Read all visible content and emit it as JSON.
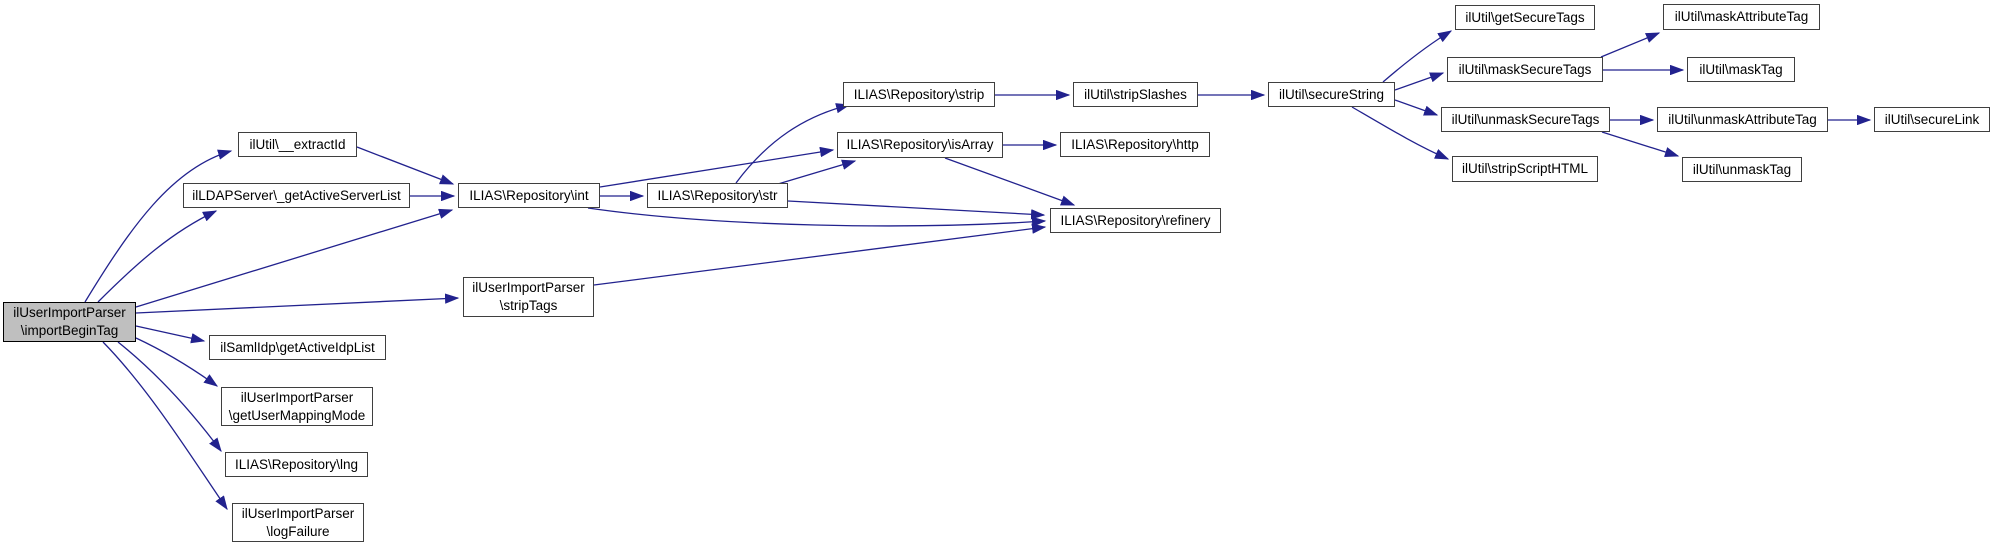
{
  "diagram": {
    "type": "call-graph",
    "root_function": "ilUserImportParser\\importBeginTag",
    "nodes": [
      {
        "id": "importBeginTag",
        "lines": [
          "ilUserImportParser",
          "\\importBeginTag"
        ],
        "highlighted": true
      },
      {
        "id": "extractId",
        "lines": [
          "ilUtil\\__extractId"
        ]
      },
      {
        "id": "getActiveServerList",
        "lines": [
          "ilLDAPServer\\_getActiveServerList"
        ]
      },
      {
        "id": "int",
        "lines": [
          "ILIAS\\Repository\\int"
        ]
      },
      {
        "id": "str",
        "lines": [
          "ILIAS\\Repository\\str"
        ]
      },
      {
        "id": "strip",
        "lines": [
          "ILIAS\\Repository\\strip"
        ]
      },
      {
        "id": "stripSlashes",
        "lines": [
          "ilUtil\\stripSlashes"
        ]
      },
      {
        "id": "isArray",
        "lines": [
          "ILIAS\\Repository\\isArray"
        ]
      },
      {
        "id": "http",
        "lines": [
          "ILIAS\\Repository\\http"
        ]
      },
      {
        "id": "refinery",
        "lines": [
          "ILIAS\\Repository\\refinery"
        ]
      },
      {
        "id": "secureString",
        "lines": [
          "ilUtil\\secureString"
        ]
      },
      {
        "id": "getSecureTags",
        "lines": [
          "ilUtil\\getSecureTags"
        ]
      },
      {
        "id": "maskSecureTags",
        "lines": [
          "ilUtil\\maskSecureTags"
        ]
      },
      {
        "id": "unmaskSecureTags",
        "lines": [
          "ilUtil\\unmaskSecureTags"
        ]
      },
      {
        "id": "stripScriptHTML",
        "lines": [
          "ilUtil\\stripScriptHTML"
        ]
      },
      {
        "id": "maskAttributeTag",
        "lines": [
          "ilUtil\\maskAttributeTag"
        ]
      },
      {
        "id": "maskTag",
        "lines": [
          "ilUtil\\maskTag"
        ]
      },
      {
        "id": "unmaskAttributeTag",
        "lines": [
          "ilUtil\\unmaskAttributeTag"
        ]
      },
      {
        "id": "secureLink",
        "lines": [
          "ilUtil\\secureLink"
        ]
      },
      {
        "id": "unmaskTag",
        "lines": [
          "ilUtil\\unmaskTag"
        ]
      },
      {
        "id": "stripTags",
        "lines": [
          "ilUserImportParser",
          "\\stripTags"
        ]
      },
      {
        "id": "getActiveIdpList",
        "lines": [
          "ilSamlIdp\\getActiveIdpList"
        ]
      },
      {
        "id": "getUserMappingMode",
        "lines": [
          "ilUserImportParser",
          "\\getUserMappingMode"
        ]
      },
      {
        "id": "lng",
        "lines": [
          "ILIAS\\Repository\\lng"
        ]
      },
      {
        "id": "logFailure",
        "lines": [
          "ilUserImportParser",
          "\\logFailure"
        ]
      }
    ],
    "edges": [
      {
        "from": "importBeginTag",
        "to": "extractId"
      },
      {
        "from": "importBeginTag",
        "to": "getActiveServerList"
      },
      {
        "from": "importBeginTag",
        "to": "int"
      },
      {
        "from": "importBeginTag",
        "to": "stripTags"
      },
      {
        "from": "importBeginTag",
        "to": "getActiveIdpList"
      },
      {
        "from": "importBeginTag",
        "to": "getUserMappingMode"
      },
      {
        "from": "importBeginTag",
        "to": "lng"
      },
      {
        "from": "importBeginTag",
        "to": "logFailure"
      },
      {
        "from": "extractId",
        "to": "int"
      },
      {
        "from": "getActiveServerList",
        "to": "int"
      },
      {
        "from": "int",
        "to": "str"
      },
      {
        "from": "int",
        "to": "isArray"
      },
      {
        "from": "int",
        "to": "refinery"
      },
      {
        "from": "str",
        "to": "strip"
      },
      {
        "from": "str",
        "to": "isArray"
      },
      {
        "from": "str",
        "to": "refinery"
      },
      {
        "from": "strip",
        "to": "stripSlashes"
      },
      {
        "from": "stripSlashes",
        "to": "secureString"
      },
      {
        "from": "isArray",
        "to": "http"
      },
      {
        "from": "isArray",
        "to": "refinery"
      },
      {
        "from": "secureString",
        "to": "getSecureTags"
      },
      {
        "from": "secureString",
        "to": "maskSecureTags"
      },
      {
        "from": "secureString",
        "to": "unmaskSecureTags"
      },
      {
        "from": "secureString",
        "to": "stripScriptHTML"
      },
      {
        "from": "maskSecureTags",
        "to": "maskAttributeTag"
      },
      {
        "from": "maskSecureTags",
        "to": "maskTag"
      },
      {
        "from": "unmaskSecureTags",
        "to": "unmaskAttributeTag"
      },
      {
        "from": "unmaskSecureTags",
        "to": "unmaskTag"
      },
      {
        "from": "unmaskAttributeTag",
        "to": "secureLink"
      },
      {
        "from": "stripTags",
        "to": "refinery"
      }
    ]
  },
  "colors": {
    "background": "#ffffff",
    "node_fill": "#ffffff",
    "node_border": "#3f3f3f",
    "highlight_fill": "#bfbfbf",
    "edge": "#22228e",
    "text": "#000000"
  }
}
